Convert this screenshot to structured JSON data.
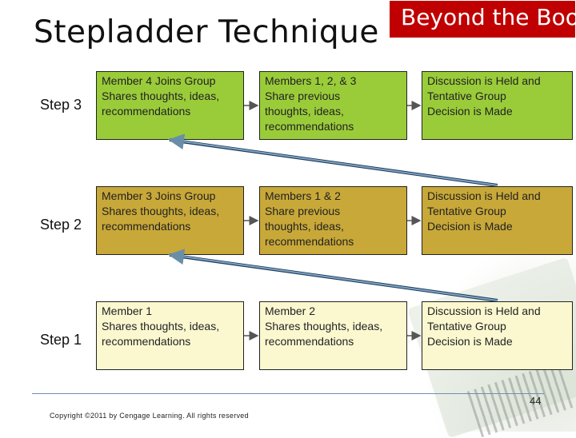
{
  "title": "Stepladder Technique",
  "badge": "Beyond the Book",
  "steps": [
    {
      "label": "Step 3",
      "boxes": [
        {
          "lines": [
            "Member 4 Joins Group",
            "Shares thoughts, ideas,",
            "recommendations"
          ]
        },
        {
          "lines": [
            "Members 1, 2, & 3",
            "Share previous",
            "thoughts, ideas,",
            "recommendations"
          ]
        },
        {
          "lines": [
            "Discussion is Held and",
            "Tentative Group",
            "Decision is Made"
          ]
        }
      ]
    },
    {
      "label": "Step 2",
      "boxes": [
        {
          "lines": [
            "Member 3 Joins Group",
            "Shares thoughts, ideas,",
            "recommendations"
          ]
        },
        {
          "lines": [
            "Members 1 & 2",
            "Share previous",
            "thoughts, ideas,",
            "recommendations"
          ]
        },
        {
          "lines": [
            "Discussion is Held and",
            "Tentative Group",
            "Decision is Made"
          ]
        }
      ]
    },
    {
      "label": "Step 1",
      "boxes": [
        {
          "lines": [
            "Member 1",
            "Shares thoughts, ideas,",
            "recommendations"
          ]
        },
        {
          "lines": [
            "Member 2",
            "Shares thoughts, ideas,",
            "recommendations"
          ]
        },
        {
          "lines": [
            "Discussion is Held and",
            "Tentative Group",
            "Decision is Made"
          ]
        }
      ]
    }
  ],
  "page_number": "44",
  "copyright": "Copyright ©2011 by Cengage Learning. All rights reserved",
  "colors": {
    "badge": "#c00000",
    "step3_fill": "#9acc3a",
    "step2_fill": "#c8a838",
    "step1_fill": "#fbf8d0"
  }
}
